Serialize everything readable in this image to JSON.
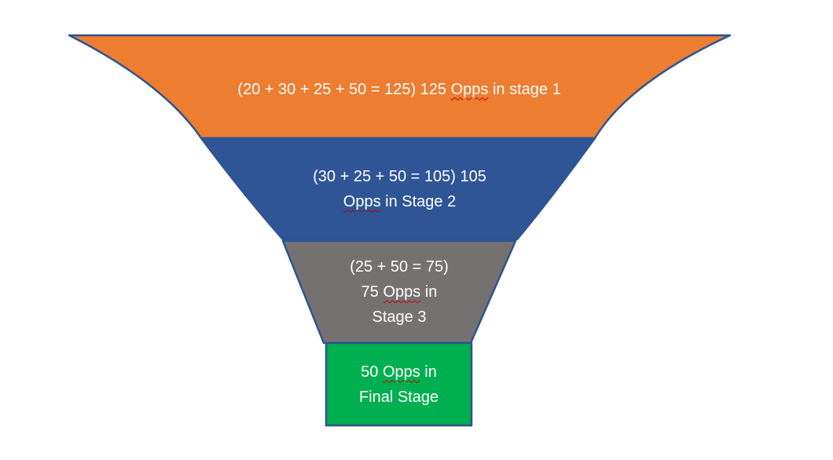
{
  "colors": {
    "stage1_fill": "#ED7D31",
    "stage2_fill": "#2F5597",
    "stage3_fill": "#767171",
    "stage4_fill": "#00B050",
    "outline": "#2F5491",
    "text": "#FFFFFF",
    "spellcheck_underline": "#C00000",
    "background": "#FFFFFF"
  },
  "chart_data": {
    "type": "funnel",
    "categories": [
      "stage 1",
      "Stage 2",
      "Stage 3",
      "Final Stage"
    ],
    "values": [
      125,
      105,
      75,
      50
    ],
    "value_breakdown": [
      [
        20,
        30,
        25,
        50
      ],
      [
        30,
        25,
        50
      ],
      [
        25,
        50
      ],
      [
        50
      ]
    ],
    "labels": [
      "(20 + 30 + 25 + 50 = 125) 125 Opps in stage 1",
      "(30 + 25 + 50 = 105) 105 Opps in Stage 2",
      "(25 + 50 = 75) 75 Opps in Stage 3",
      "50 Opps in Final Stage"
    ],
    "segment_colors": [
      "#ED7D31",
      "#2F5597",
      "#767171",
      "#00B050"
    ],
    "legend": "none",
    "grid": false
  },
  "funnel": {
    "stages": [
      {
        "id": "stage-1",
        "total_opps": "125",
        "lines": [
          [
            "(20 + 30 + 25 + 50 = 125) 125 ",
            "Opps",
            " in stage 1"
          ]
        ]
      },
      {
        "id": "stage-2",
        "total_opps": "105",
        "lines": [
          [
            "(30 + 25 + 50 = 105) 105"
          ],
          [
            "Opps",
            " in Stage 2"
          ]
        ]
      },
      {
        "id": "stage-3",
        "total_opps": "75",
        "lines": [
          [
            "(25 + 50 = 75)"
          ],
          [
            "75 ",
            "Opps",
            " in"
          ],
          [
            "Stage 3"
          ]
        ]
      },
      {
        "id": "final-stage",
        "total_opps": "50",
        "lines": [
          [
            "50 ",
            "Opps",
            " in"
          ],
          [
            "Final Stage"
          ]
        ]
      }
    ]
  }
}
